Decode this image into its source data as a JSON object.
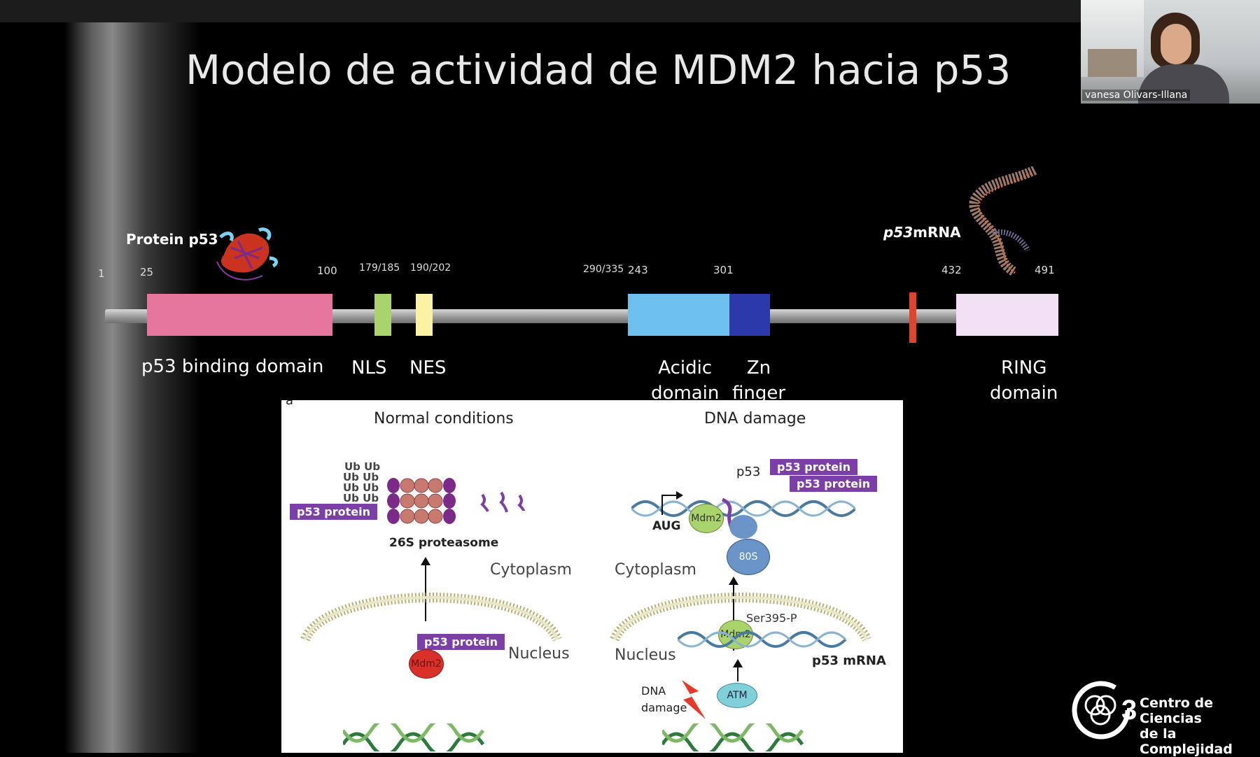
{
  "slide": {
    "title": "Modelo de actividad de MDM2 hacia p53",
    "protein_label": "Protein p53",
    "mrna_label_italic": "p53",
    "mrna_label_rest": "mRNA",
    "positions": {
      "p1": "1",
      "p25": "25",
      "p100": "100",
      "p179": "179/185",
      "p190": "190/202",
      "p290": "290/335",
      "p243": "243",
      "p301": "301",
      "p432": "432",
      "p491": "491"
    },
    "domains": {
      "p53_binding": "p53 binding domain",
      "nls": "NLS",
      "nes": "NES",
      "acidic_line1": "Acidic",
      "acidic_line2": "domain",
      "zn_line1": "Zn",
      "zn_line2": "finger",
      "ring_line1": "RING",
      "ring_line2": "domain"
    },
    "colors": {
      "p53_binding": "#e7769f",
      "nls": "#a9d36b",
      "nes": "#fbf3a3",
      "acidic": "#6ec1ee",
      "zn": "#2b3aa8",
      "ring": "#f1dff3",
      "marker": "#e0442d"
    }
  },
  "figure": {
    "corner": "a",
    "normal_title": "Normal conditions",
    "damage_title": "DNA damage",
    "ub": "Ub",
    "p53_protein": "p53 protein",
    "proteasome": "26S proteasome",
    "cytoplasm": "Cytoplasm",
    "nucleus": "Nucleus",
    "mdm2": "Mdm2",
    "p53": "p53",
    "aug": "AUG",
    "ribosome": "80S",
    "ser": "Ser395-P",
    "p53_mrna": "p53 mRNA",
    "atm": "ATM",
    "dna_damage_line1": "DNA",
    "dna_damage_line2": "damage"
  },
  "participant": {
    "name": "vanesa Olivars-Illana"
  },
  "logo": {
    "line1": "Centro de Ciencias",
    "line2": "de la Complejidad"
  }
}
